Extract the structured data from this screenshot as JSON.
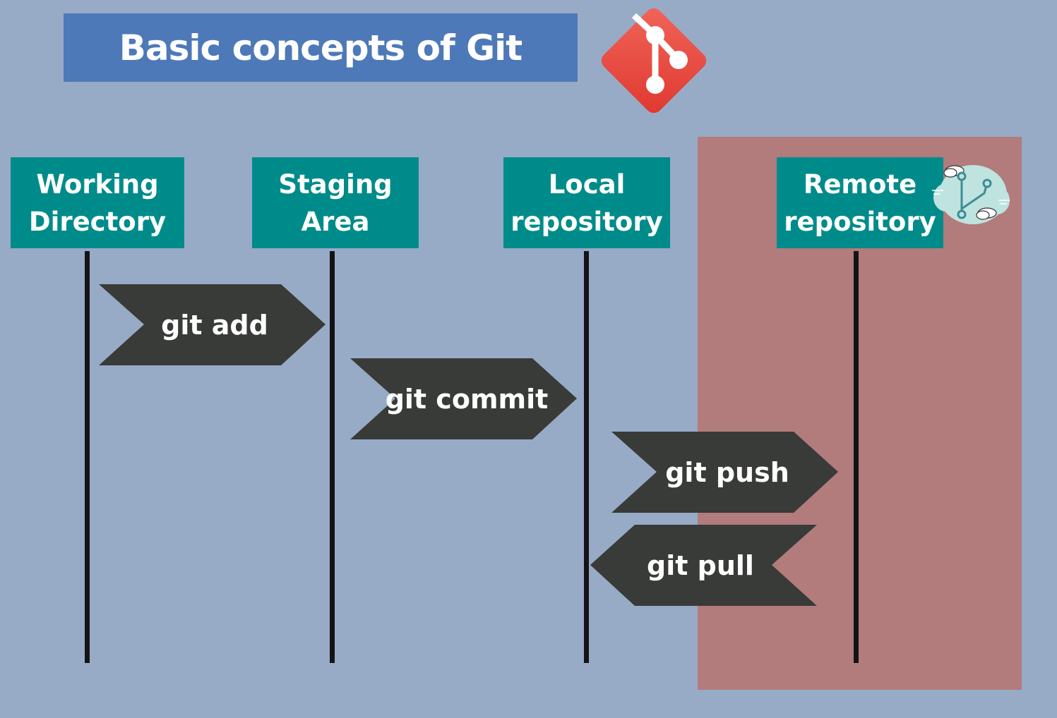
{
  "title": "Basic concepts of Git",
  "logo_icon": "git-logo-icon",
  "remote_icon": "cloud-branch-icon",
  "colors": {
    "background": "#97abc6",
    "title_bg": "#4e79b8",
    "stage_bg": "#008b8b",
    "remote_region": "#b27b7c",
    "command_bg": "#383b37",
    "git_red": "#e8453a"
  },
  "stages": [
    {
      "label": "Working\nDirectory"
    },
    {
      "label": "Staging\nArea"
    },
    {
      "label": "Local\nrepository"
    },
    {
      "label": "Remote\nrepository"
    }
  ],
  "commands": [
    {
      "label": "git add",
      "direction": "right",
      "from": "Working Directory",
      "to": "Staging Area"
    },
    {
      "label": "git commit",
      "direction": "right",
      "from": "Staging Area",
      "to": "Local repository"
    },
    {
      "label": "git push",
      "direction": "right",
      "from": "Local repository",
      "to": "Remote repository"
    },
    {
      "label": "git pull",
      "direction": "left",
      "from": "Remote repository",
      "to": "Local repository"
    }
  ]
}
